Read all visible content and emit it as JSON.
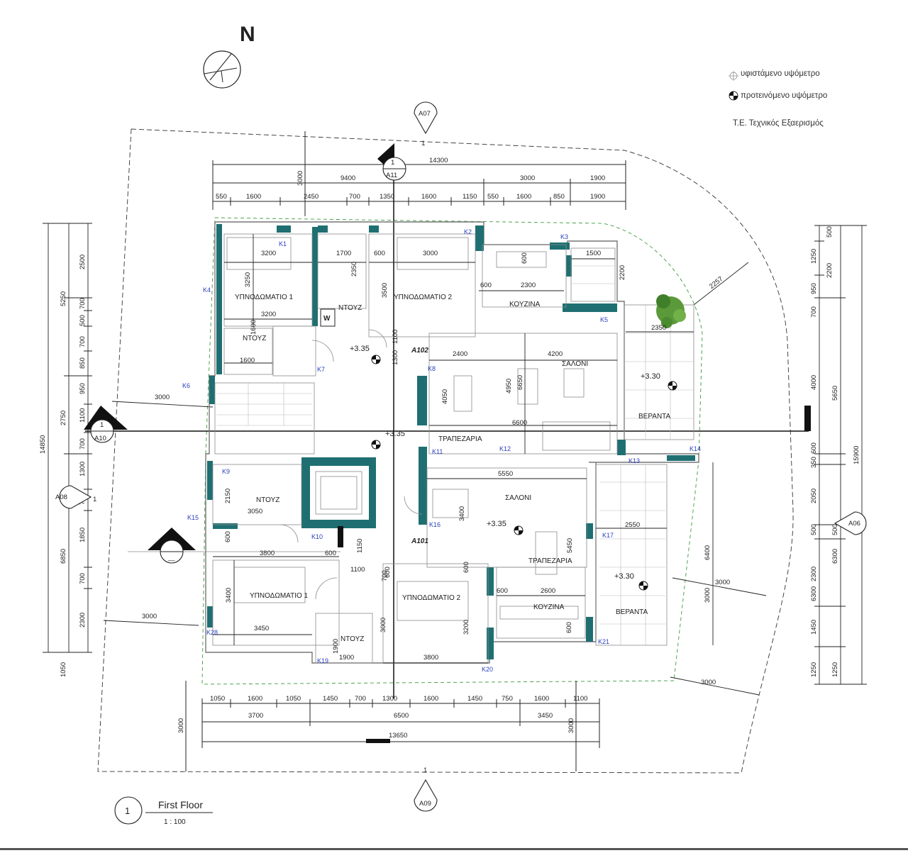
{
  "north_label": "N",
  "legend": {
    "existing_level": "υφιστάμενο υψόμετρο",
    "proposed_level": "προτεινόμενο υψόμετρο",
    "equipment": "Τ.Ε. Τεχνικός Εξαερισμός"
  },
  "title_block": {
    "view_number": "1",
    "title": "First Floor",
    "scale": "1 : 100"
  },
  "markers": {
    "top": "A07",
    "top_sub": "1",
    "bottom": "A09",
    "bottom_sub": "1",
    "left": "A08",
    "left_sub": "1",
    "right": "A06",
    "section_top": "A11",
    "section_top_sub": "1",
    "section_left": "A10",
    "section_left_sub": "1",
    "section_left2_sub": "—"
  },
  "rooms": {
    "bed1_top": "ΥΠΝΟΔΩΜΑΤΙΟ 1",
    "shower_top": "ΝΤΟΥΖ",
    "bed2_top": "ΥΠΝΟΔΩΜΑΤΙΟ 2",
    "kitchen_top": "ΚΟΥΖΙΝΑ",
    "shower_top_small": "ΝΤΟΥΖ",
    "living_top": "ΣΑΛΟΝΙ",
    "dining_top": "ΤΡΑΠΕΖΑΡΙΑ",
    "veranda_top": "ΒΕΡΑΝΤΑ",
    "apt_top": "A102",
    "shower_bottom": "ΝΤΟΥΖ",
    "living_bottom": "ΣΑΛΟΝΙ",
    "dining_bottom": "ΤΡΑΠΕΖΑΡΙΑ",
    "kitchen_bottom": "ΚΟΥΖΙΝΑ",
    "bed1_bottom": "ΥΠΝΟΔΩΜΑΤΙΟ 1",
    "bed2_bottom": "ΥΠΝΟΔΩΜΑΤΙΟ 2",
    "shower_bottom_small": "ΝΤΟΥΖ",
    "veranda_bottom": "ΒΕΡΑΝΤΑ",
    "apt_bottom": "A101",
    "w_label": "W"
  },
  "levels": {
    "top_hall": "+3.35",
    "stair": "+3.35",
    "veranda_top": "+3.30",
    "living_bottom": "+3.35",
    "veranda_bottom": "+3.30"
  },
  "tags": [
    "K1",
    "K2",
    "K3",
    "K4",
    "K5",
    "K6",
    "K7",
    "K8",
    "K9",
    "K10",
    "K11",
    "K12",
    "K13",
    "K14",
    "K15",
    "K16",
    "K17",
    "K19",
    "K20",
    "K21",
    "K28"
  ],
  "dims_top": {
    "row1": [
      "14300"
    ],
    "row2": [
      "9400",
      "3000",
      "1900"
    ],
    "row3": [
      "550",
      "1600",
      "2450",
      "700",
      "1350",
      "1600",
      "1150",
      "550",
      "1600",
      "850",
      "1900"
    ],
    "vertical": "3000"
  },
  "dims_bottom": {
    "row1": [
      "1050",
      "1600",
      "1050",
      "1450",
      "700",
      "1300",
      "1600",
      "1450",
      "750",
      "1600",
      "1100"
    ],
    "row2": [
      "3700",
      "6500",
      "3450"
    ],
    "row3": [
      "13650"
    ],
    "vertical_left": "3000",
    "vertical_right": "3000"
  },
  "dims_left": {
    "total": "14850",
    "outer": [
      "5250",
      "2750",
      "6850",
      "1050"
    ],
    "inner": [
      "2500",
      "700",
      "500",
      "700",
      "850",
      "950",
      "1100",
      "700",
      "1300",
      "700",
      "1850",
      "700",
      "2300"
    ]
  },
  "dims_right": {
    "total": "15900",
    "outer": [
      "1250",
      "4000",
      "350",
      "6300",
      "1250"
    ],
    "mid": [
      "5650",
      "500",
      "2050",
      "500",
      "2300",
      "1450"
    ],
    "inner": [
      "500",
      "2200",
      "950",
      "700",
      "600"
    ]
  },
  "dims_interior": {
    "d3200a": "3200",
    "d3250": "3250",
    "d3200b": "3200",
    "d1700": "1700",
    "d2350": "2350",
    "d600a": "600",
    "d3000a": "3000",
    "d3500": "3500",
    "d1600a": "1600",
    "d1600b": "1600",
    "d1100a": "1100",
    "d1300": "1300",
    "d600b": "600",
    "d2300": "2300",
    "d600c": "600",
    "d1500": "1500",
    "d2200": "2200",
    "d2400": "2400",
    "d4200": "4200",
    "d6650": "6650",
    "d4950": "4950",
    "d4050": "4050",
    "d6600": "6600",
    "d2350b": "2350",
    "d2257": "2257",
    "d5550": "5550",
    "d3400a": "3400",
    "d2150": "2150",
    "d3050": "3050",
    "d600d": "600",
    "d3800a": "3800",
    "d600e": "600",
    "d1150": "1150",
    "d1100b": "1100",
    "d600f": "600",
    "d700": "700",
    "d3400b": "3400",
    "d3450": "3450",
    "d1900a": "1900",
    "d1900b": "1900",
    "d3000b": "3000",
    "d3800b": "3800",
    "d3200c": "3200",
    "d600g": "600",
    "d2600": "2600",
    "d600h": "600",
    "d5450": "5450",
    "d2550": "2550",
    "d6400": "6400",
    "d3000c": "3000",
    "d3000d": "3000",
    "d3000e": "3000",
    "d3000f": "3000",
    "d3000g": "3000"
  }
}
